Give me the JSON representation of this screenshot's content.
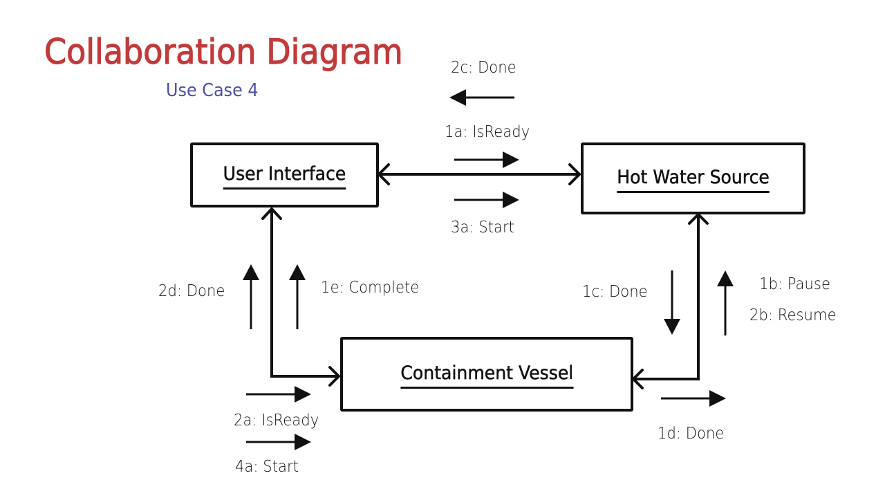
{
  "title": "Collaboration Diagram",
  "subtitle": "Use Case 4",
  "colors": {
    "title": "#c23a3b",
    "subtitle": "#4b4fa6",
    "line": "#111111"
  },
  "objects": [
    {
      "id": "user-interface",
      "label": "User Interface"
    },
    {
      "id": "hot-water-source",
      "label": "Hot Water Source"
    },
    {
      "id": "containment-vessel",
      "label": "Containment Vessel"
    }
  ],
  "links": [
    {
      "from": "user-interface",
      "to": "hot-water-source"
    },
    {
      "from": "user-interface",
      "to": "containment-vessel"
    },
    {
      "from": "hot-water-source",
      "to": "containment-vessel"
    }
  ],
  "messages": [
    {
      "id": "2c",
      "label": "2c: Done",
      "from": "hot-water-source",
      "to": "user-interface",
      "direction": "left"
    },
    {
      "id": "1a",
      "label": "1a: IsReady",
      "from": "user-interface",
      "to": "hot-water-source",
      "direction": "right"
    },
    {
      "id": "3a",
      "label": "3a: Start",
      "from": "user-interface",
      "to": "hot-water-source",
      "direction": "right"
    },
    {
      "id": "2d",
      "label": "2d: Done",
      "from": "containment-vessel",
      "to": "user-interface",
      "direction": "up"
    },
    {
      "id": "1e",
      "label": "1e: Complete",
      "from": "containment-vessel",
      "to": "user-interface",
      "direction": "up"
    },
    {
      "id": "1c",
      "label": "1c: Done",
      "from": "hot-water-source",
      "to": "containment-vessel",
      "direction": "down"
    },
    {
      "id": "1b",
      "label": "1b: Pause",
      "from": "containment-vessel",
      "to": "hot-water-source",
      "direction": "up"
    },
    {
      "id": "2b",
      "label": "2b: Resume",
      "from": "containment-vessel",
      "to": "hot-water-source",
      "direction": "up"
    },
    {
      "id": "2a",
      "label": "2a: IsReady",
      "from": "user-interface",
      "to": "containment-vessel",
      "direction": "right"
    },
    {
      "id": "4a",
      "label": "4a: Start",
      "from": "user-interface",
      "to": "containment-vessel",
      "direction": "right"
    },
    {
      "id": "1d",
      "label": "1d: Done",
      "from": "containment-vessel",
      "to": "hot-water-source",
      "direction": "right"
    }
  ]
}
